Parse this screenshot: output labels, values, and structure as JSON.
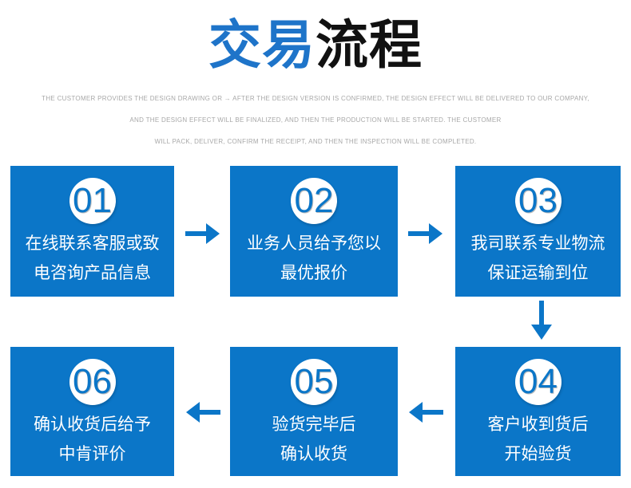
{
  "title": {
    "highlight": "交易",
    "rest": "流程"
  },
  "subtitle": {
    "lines": [
      "THE CUSTOMER PROVIDES THE DESIGN DRAWING OR → AFTER THE DESIGN VERSION IS CONFIRMED, THE DESIGN EFFECT WILL BE DELIVERED TO OUR COMPANY,",
      "AND THE DESIGN EFFECT WILL BE FINALIZED, AND THEN THE PRODUCTION WILL BE STARTED. THE CUSTOMER",
      "WILL PACK, DELIVER, CONFIRM THE RECEIPT, AND THEN THE INSPECTION WILL BE COMPLETED."
    ]
  },
  "steps": [
    {
      "number": "01",
      "lines": [
        "在线联系客服或致",
        "电咨询产品信息"
      ]
    },
    {
      "number": "02",
      "lines": [
        "业务人员给予您以",
        "最优报价"
      ]
    },
    {
      "number": "03",
      "lines": [
        "我司联系专业物流",
        "保证运输到位"
      ]
    },
    {
      "number": "04",
      "lines": [
        "客户收到货后",
        "开始验货"
      ]
    },
    {
      "number": "05",
      "lines": [
        "验货完毕后",
        "确认收货"
      ]
    },
    {
      "number": "06",
      "lines": [
        "确认收货后给予",
        "中肯评价"
      ]
    }
  ],
  "icons": {
    "flow_arrows": [
      "arrow-right",
      "arrow-right",
      "arrow-down",
      "arrow-left",
      "arrow-left"
    ]
  },
  "colors": {
    "primary_blue": "#0b76c8",
    "title_blue": "#1e74c9",
    "title_black": "#111111",
    "subtitle_gray": "#a8a8a8"
  }
}
